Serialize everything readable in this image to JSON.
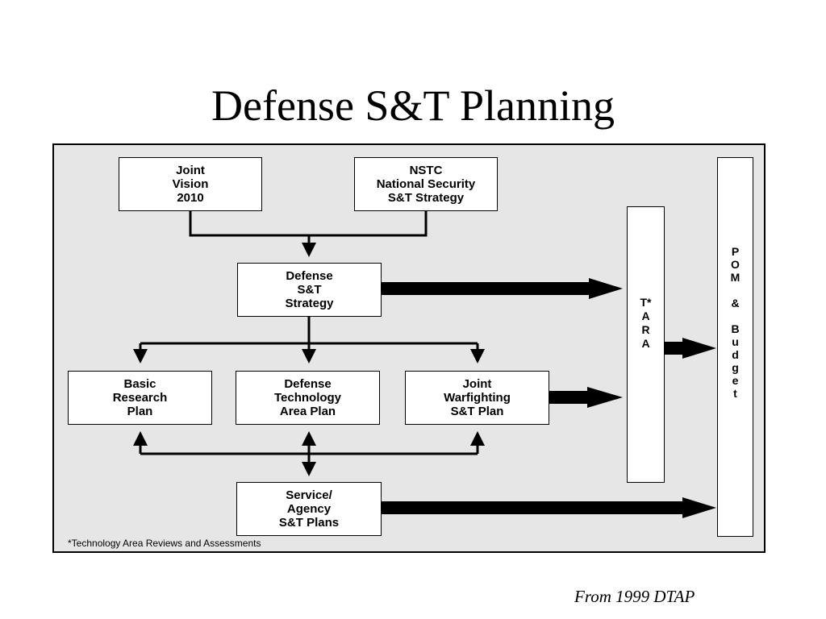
{
  "title": "Defense S&T Planning",
  "boxes": {
    "joint_vision": [
      "Joint",
      "Vision",
      "2010"
    ],
    "nstc": [
      "NSTC",
      "National Security",
      "S&T Strategy"
    ],
    "defense_strategy": [
      "Defense",
      "S&T",
      "Strategy"
    ],
    "basic_research": [
      "Basic",
      "Research",
      "Plan"
    ],
    "dtap": [
      "Defense",
      "Technology",
      "Area Plan"
    ],
    "jwstp": [
      "Joint",
      "Warfighting",
      "S&T Plan"
    ],
    "service_agency": [
      "Service/",
      "Agency",
      "S&T Plans"
    ],
    "tara": [
      "T*",
      "A",
      "R",
      "A"
    ],
    "pom_budget": [
      "P",
      "O",
      "M",
      "",
      "&",
      "",
      "B",
      "u",
      "d",
      "g",
      "e",
      "t"
    ]
  },
  "footnote": "*Technology Area Reviews and Assessments",
  "source": "From 1999 DTAP"
}
